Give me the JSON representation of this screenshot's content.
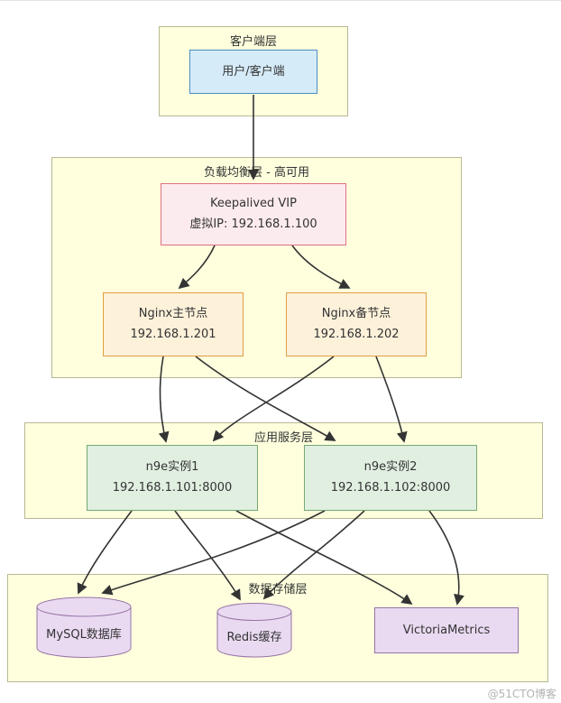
{
  "colors": {
    "layer_fill": "#ffffde",
    "layer_border": "#b8b894",
    "client_node_fill": "#d6ebf8",
    "client_node_border": "#4a8ec2",
    "vip_node_fill": "#fcebee",
    "vip_node_border": "#dd7186",
    "nginx_node_fill": "#fdf1da",
    "nginx_node_border": "#df9f44",
    "n9e_node_fill": "#e1efe1",
    "n9e_node_border": "#74a974",
    "storage_node_fill": "#e9daf1",
    "storage_node_border": "#9673a6",
    "edge": "#333333"
  },
  "layers": {
    "client": {
      "label": "客户端层"
    },
    "loadbalancer": {
      "label": "负载均衡层 - 高可用"
    },
    "app": {
      "label": "应用服务层"
    },
    "storage": {
      "label": "数据存储层"
    }
  },
  "nodes": {
    "user": {
      "label": "用户/客户端"
    },
    "keepalived": {
      "title": "Keepalived VIP",
      "subtitle": "虚拟IP: 192.168.1.100"
    },
    "nginx_master": {
      "title": "Nginx主节点",
      "subtitle": "192.168.1.201"
    },
    "nginx_backup": {
      "title": "Nginx备节点",
      "subtitle": "192.168.1.202"
    },
    "n9e_1": {
      "title": "n9e实例1",
      "subtitle": "192.168.1.101:8000"
    },
    "n9e_2": {
      "title": "n9e实例2",
      "subtitle": "192.168.1.102:8000"
    },
    "mysql": {
      "label": "MySQL数据库"
    },
    "redis": {
      "label": "Redis缓存"
    },
    "victoriametrics": {
      "label": "VictoriaMetrics"
    }
  },
  "watermark": "@51CTO博客"
}
